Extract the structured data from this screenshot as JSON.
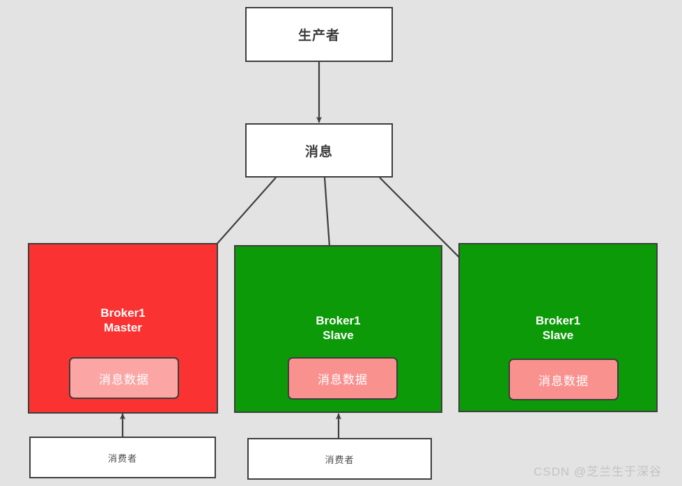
{
  "diagram": {
    "type": "flow-diagram",
    "background_color": "#e3e3e3",
    "producer": {
      "label": "生产者"
    },
    "message": {
      "label": "消息"
    },
    "brokers": [
      {
        "role_label": "Broker1\nMaster",
        "color": "#fb3232",
        "data_chip": {
          "label": "消息数据",
          "color": "#fba6a4"
        }
      },
      {
        "role_label": "Broker1\nSlave",
        "color": "#0c9a08",
        "data_chip": {
          "label": "消息数据",
          "color": "#f9918f"
        }
      },
      {
        "role_label": "Broker1\nSlave",
        "color": "#0c9a08",
        "data_chip": {
          "label": "消息数据",
          "color": "#f9918f"
        }
      }
    ],
    "consumers": [
      {
        "label": "消费者"
      },
      {
        "label": "消费者"
      }
    ],
    "edges": [
      {
        "from": "producer",
        "to": "message",
        "style": "arrow-down"
      },
      {
        "from": "message",
        "to": "broker-1-data",
        "style": "arrow-diagonal-left"
      },
      {
        "from": "message",
        "to": "broker-2-data",
        "style": "arrow-down"
      },
      {
        "from": "message",
        "to": "broker-3-data",
        "style": "arrow-diagonal-right"
      },
      {
        "from": "consumer-1",
        "to": "broker-1",
        "style": "arrow-up"
      },
      {
        "from": "consumer-2",
        "to": "broker-2",
        "style": "arrow-up"
      }
    ],
    "edge_color": "#3d3d3d"
  },
  "watermark": {
    "text": "CSDN @芝兰生于深谷",
    "color": "#c3c3c3"
  }
}
